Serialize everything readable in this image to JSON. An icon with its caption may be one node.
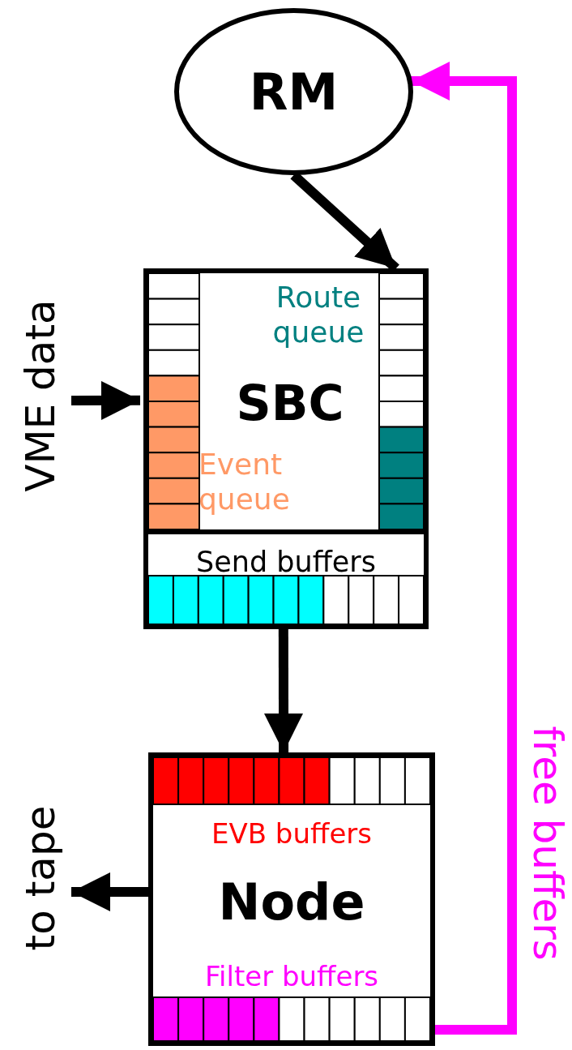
{
  "diagram": {
    "nodes": [
      {
        "text": [
          "RM"
        ]
      },
      {
        "text": [
          "Route queue",
          "SBC",
          "Event queue",
          "Send buffers"
        ]
      },
      {
        "text": [
          "EVB buffers",
          "Node",
          "Filter buffers"
        ]
      }
    ],
    "edges": [
      {
        "from": 0,
        "to": 1,
        "arrow": "to"
      },
      {
        "from": null,
        "to": 1,
        "arrow": "to",
        "label": "VME data"
      },
      {
        "from": 1,
        "to": 2,
        "arrow": "to"
      },
      {
        "from": 2,
        "to": null,
        "arrow": "to",
        "label": "to tape"
      },
      {
        "from": 2,
        "to": 0,
        "arrow": "to",
        "label": "free buffers",
        "color": "#ff00ff"
      }
    ]
  }
}
